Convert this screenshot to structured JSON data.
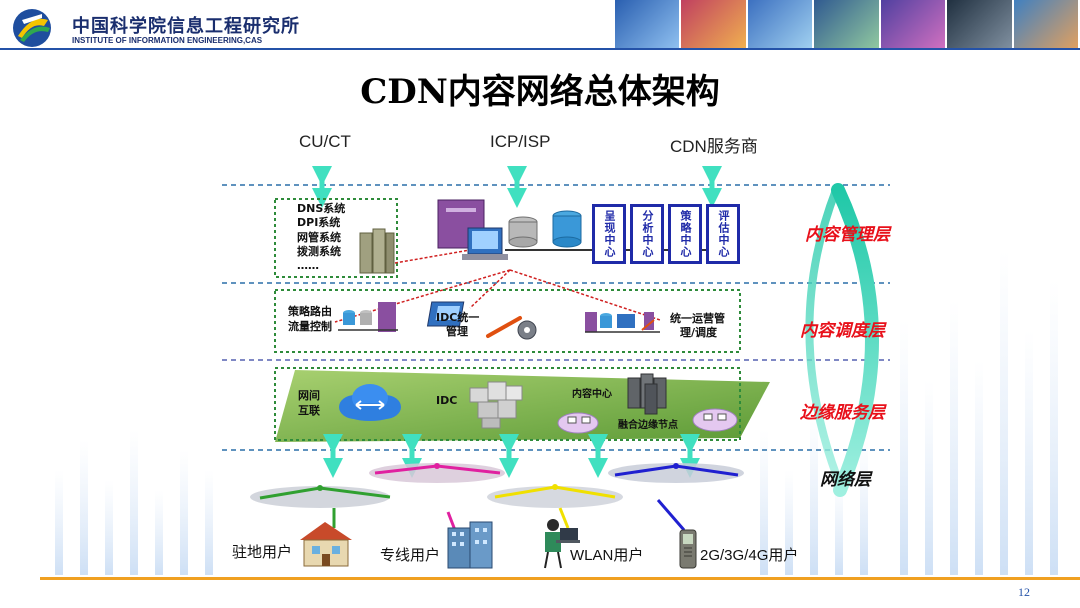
{
  "header": {
    "institution_cn": "中国科学院信息工程研究所",
    "institution_en": "INSTITUTE OF INFORMATION ENGINEERING,CAS"
  },
  "title": "CDN内容网络总体架构",
  "top_labels": {
    "cuct": "CU/CT",
    "icp": "ICP/ISP",
    "cdn": "CDN服务商"
  },
  "management": {
    "systems": [
      "DNS系统",
      "DPI系统",
      "网管系统",
      "拨测系统",
      "……"
    ],
    "centers": [
      "呈现中心",
      "分析中心",
      "策略中心",
      "评估中心"
    ]
  },
  "scheduling": {
    "routing": "策略路由",
    "flow": "流量控制",
    "idc_manage_1": "IDC统一",
    "idc_manage_2": "管理",
    "ops_1": "统一运营管",
    "ops_2": "理/调度"
  },
  "edge": {
    "interconnect_1": "网间",
    "interconnect_2": "互联",
    "idc": "IDC",
    "content_center": "内容中心",
    "edge_node": "融合边缘节点"
  },
  "layers": {
    "content_mgmt": "内容管理层",
    "content_sched": "内容调度层",
    "edge_service": "边缘服务层",
    "network": "网络层"
  },
  "users": {
    "resident": "驻地用户",
    "leased": "专线用户",
    "wlan": "WLAN用户",
    "mobile": "2G/3G/4G用户"
  },
  "page_number": "12",
  "colors": {
    "accent_blue": "#1f2aa8",
    "layer_red": "#e8101a",
    "dash_green": "#2e8b3a",
    "arrow_teal": "#40e0c0",
    "plane_green": "#7fb84a",
    "footer_orange": "#f0a020"
  }
}
